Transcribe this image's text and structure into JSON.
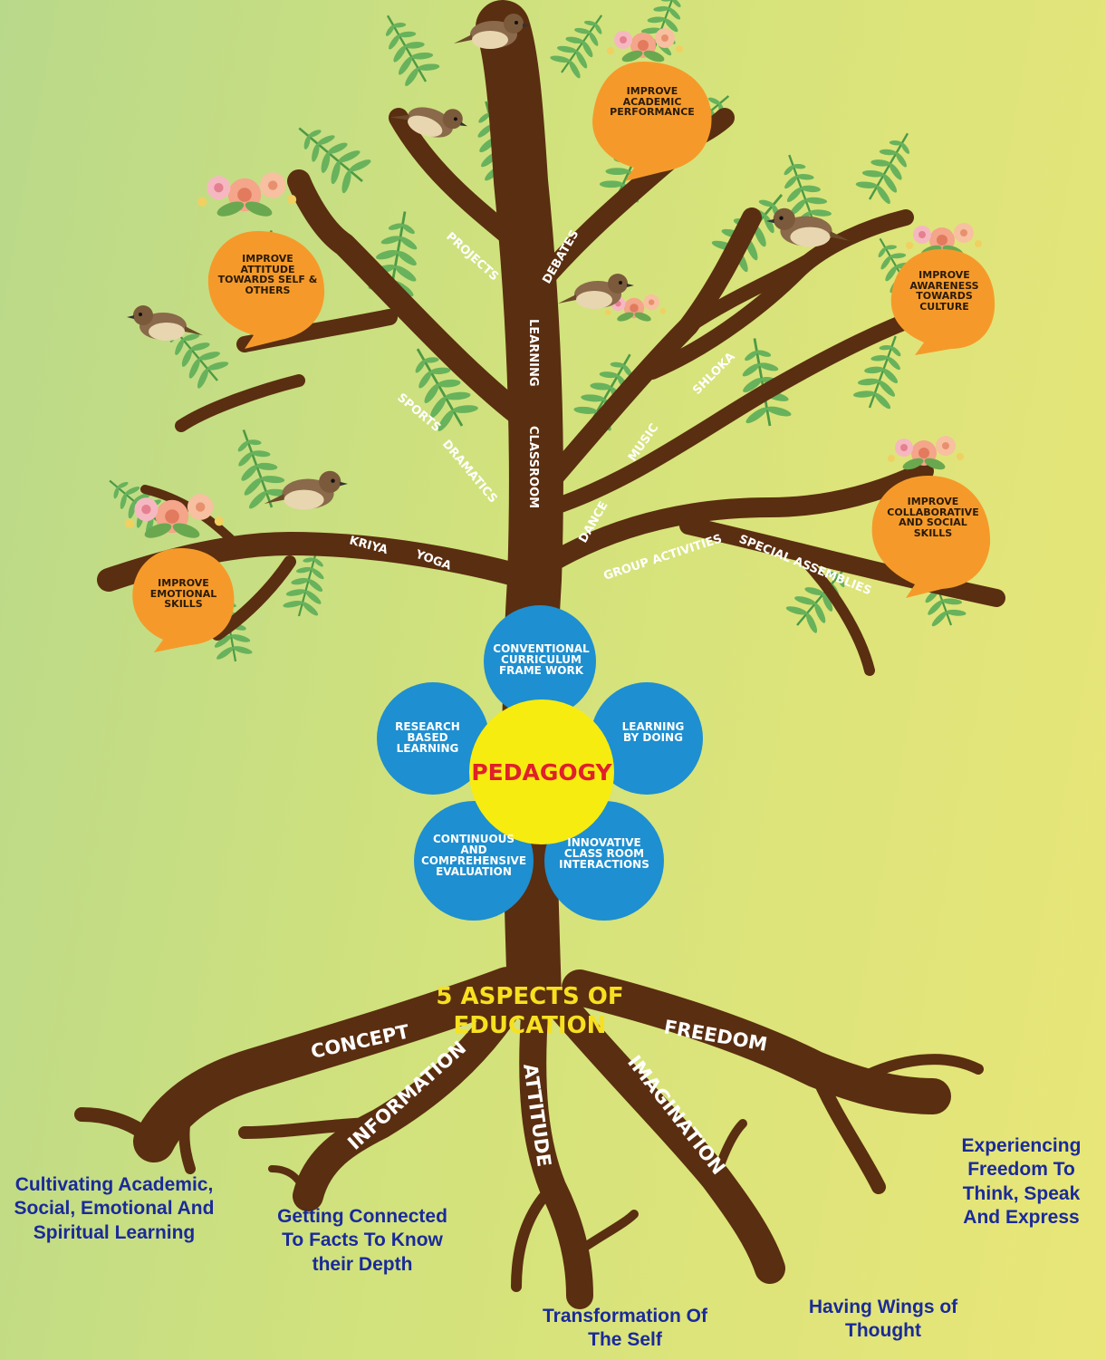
{
  "outcomes": {
    "academic": "IMPROVE ACADEMIC PERFORMANCE",
    "attitude": "IMPROVE ATTITUDE TOWARDS SELF & OTHERS",
    "culture": "IMPROVE AWARENESS TOWARDS CULTURE",
    "collaborative": "IMPROVE COLLABORATIVE AND SOCIAL SKILLS",
    "emotional": "IMPROVE EMOTIONAL SKILLS"
  },
  "branches": {
    "projects": "PROJECTS",
    "debates": "DEBATES",
    "learning": "LEARNING",
    "classroom": "CLASSROOM",
    "sports": "SPORTS",
    "dramatics": "DRAMATICS",
    "shloka": "SHLOKA",
    "music": "MUSIC",
    "dance": "DANCE",
    "kriya": "KRIYA",
    "yoga": "YOGA",
    "group_activities": "GROUP ACTIVITIES",
    "special_assemblies": "SPECIAL ASSEMBLIES"
  },
  "pedagogy": {
    "center": "PEDAGOGY",
    "top": "CONVENTIONAL CURRICULUM FRAME WORK",
    "left": "RESEARCH BASED LEARNING",
    "right": "LEARNING BY DOING",
    "bottom_left": "CONTINUOUS AND COMPREHENSIVE EVALUATION",
    "bottom_right": "INNOVATIVE CLASS ROOM INTERACTIONS"
  },
  "trunk_title": "5 ASPECTS OF EDUCATION",
  "roots": {
    "concept": "CONCEPT",
    "information": "INFORMATION",
    "attitude": "ATTITUDE",
    "imagination": "IMAGINATION",
    "freedom": "FREEDOM"
  },
  "root_captions": {
    "concept": "Cultivating Academic, Social, Emotional And Spiritual Learning",
    "information": "Getting Connected To Facts To Know their Depth",
    "attitude": "Transformation Of The Self",
    "imagination": "Having Wings of Thought",
    "freedom": "Experiencing Freedom To Think, Speak And Express"
  },
  "colors": {
    "trunk": "#5a2e10",
    "outcome_bubble": "#f59a2a",
    "pedagogy_petal": "#1e8fd0",
    "pedagogy_center": "#f7ec10",
    "pedagogy_text": "#e0202a",
    "trunk_title": "#f7e020",
    "root_caption": "#1a2a9a",
    "leaf": "#5ea857"
  }
}
